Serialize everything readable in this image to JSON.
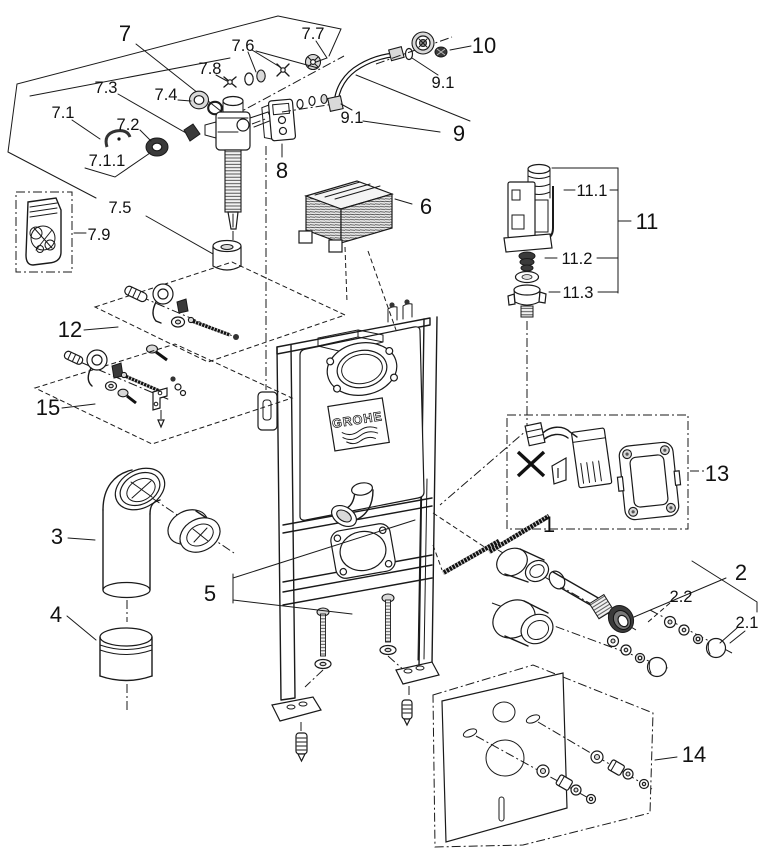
{
  "logo": {
    "brand": "GROHE"
  },
  "colors": {
    "background": "#ffffff",
    "line": "#1a1a1a",
    "dark_part": "#3a3a3a",
    "grey_part": "#d9d9d9"
  },
  "labels": {
    "p1": "1",
    "p2": "2",
    "p2_1": "2.1",
    "p2_2": "2.2",
    "p3": "3",
    "p4": "4",
    "p5": "5",
    "p6": "6",
    "p7": "7",
    "p7_1": "7.1",
    "p7_1_1": "7.1.1",
    "p7_2": "7.2",
    "p7_3": "7.3",
    "p7_4": "7.4",
    "p7_5": "7.5",
    "p7_6": "7.6",
    "p7_7": "7.7",
    "p7_8": "7.8",
    "p7_9": "7.9",
    "p8": "8",
    "p9": "9",
    "p9_1a": "9.1",
    "p9_1b": "9.1",
    "p10": "10",
    "p11": "11",
    "p11_1": "11.1",
    "p11_2": "11.2",
    "p11_3": "11.3",
    "p12": "12",
    "p13": "13",
    "p14": "14",
    "p15": "15"
  }
}
